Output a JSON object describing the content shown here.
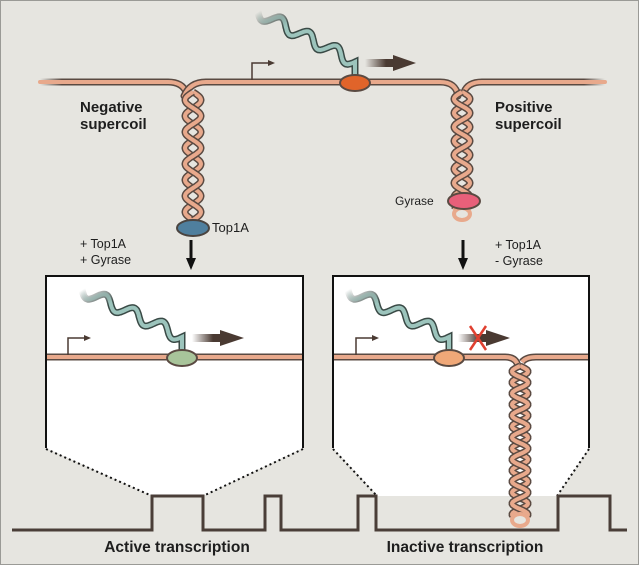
{
  "labels": {
    "negative_supercoil": [
      "Negative",
      "supercoil"
    ],
    "positive_supercoil": [
      "Positive",
      "supercoil"
    ],
    "top1a": "Top1A",
    "gyrase": "Gyrase",
    "left_condition": [
      "+ Top1A",
      "+ Gyrase"
    ],
    "right_condition": [
      "+ Top1A",
      "- Gyrase"
    ],
    "active_caption": "Active transcription",
    "inactive_caption": "Inactive transcription"
  },
  "colors": {
    "background": "#e6e5e0",
    "dna_fill": "#e8a98c",
    "dna_outline": "#5a4a42",
    "rna_fill": "#9cc4bc",
    "polymerase_top": "#e0642a",
    "polymerase_active": "#a8c49a",
    "polymerase_inactive": "#f0a878",
    "top1a": "#4f7f9e",
    "gyrase": "#e8607a",
    "arrow": "#4a3a32",
    "block_x": "#e04030",
    "trace": "#4a3e38"
  }
}
